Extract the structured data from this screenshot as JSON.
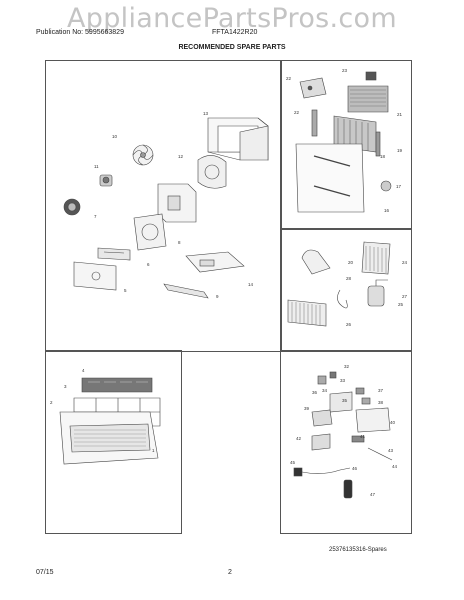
{
  "watermark": "AppliancePartsPros.com",
  "header": {
    "publication": "Publication No: 5995663829",
    "model": "FFTA1422R20",
    "title": "RECOMMENDED SPARE PARTS"
  },
  "callouts": {
    "main": [
      "13",
      "10",
      "12",
      "11",
      "7",
      "8",
      "6",
      "5",
      "14",
      "9"
    ],
    "grille": [
      "22",
      "23",
      "22",
      "21",
      "19",
      "18",
      "17",
      "16"
    ],
    "coil": [
      "20",
      "24",
      "28",
      "27",
      "25",
      "26"
    ],
    "front": [
      "4",
      "3",
      "2",
      "1"
    ],
    "controls": [
      "32",
      "33",
      "34",
      "35",
      "36",
      "37",
      "38",
      "39",
      "40",
      "41",
      "42",
      "43",
      "44",
      "45",
      "46",
      "47"
    ]
  },
  "footer": {
    "spares_code": "25376135316-Spares",
    "date": "07/15",
    "page": "2"
  }
}
